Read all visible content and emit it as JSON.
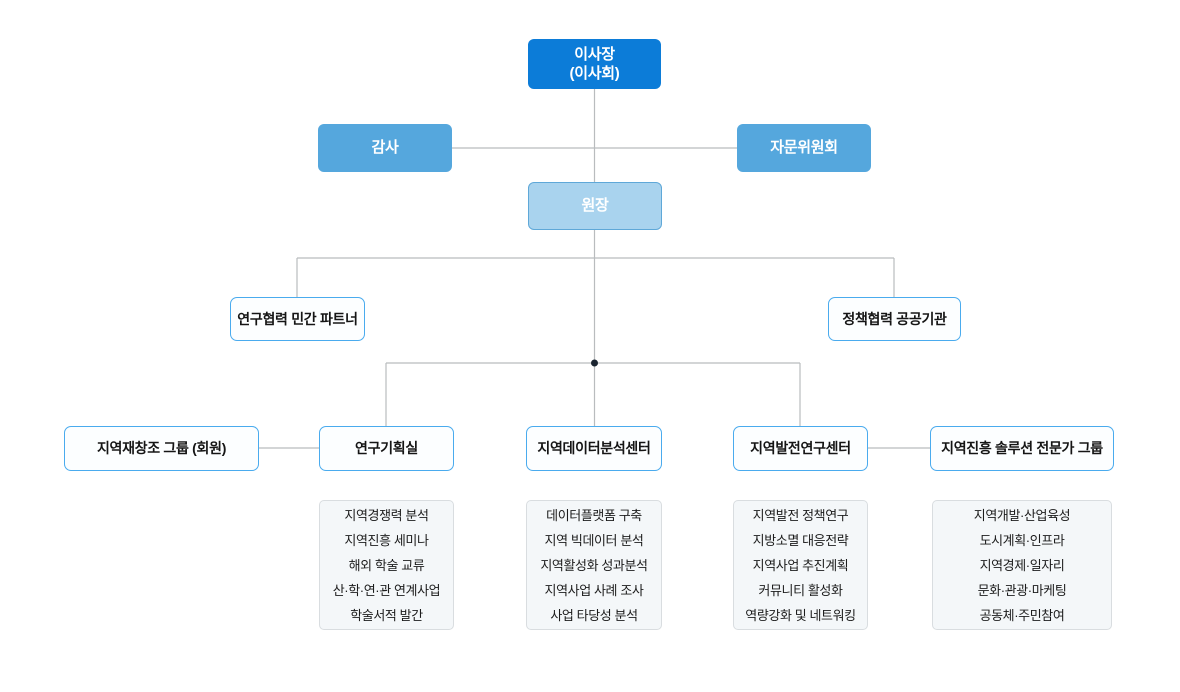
{
  "palette": {
    "primary_blue": "#0c7cd8",
    "secondary_blue": "#55a7dd",
    "director_fill": "#a9d3ee",
    "director_border": "#5fa8d8",
    "node_border_blue": "#4aabee",
    "list_fill": "#f4f7f9",
    "list_border": "#d9dde0",
    "connector_gray": "#b9bcbe",
    "junction_dot": "#1a2430",
    "text_dark": "#151515"
  },
  "org": {
    "root": {
      "line1": "이사장",
      "line2": "(이사회)"
    },
    "auditor": {
      "label": "감사"
    },
    "advisory": {
      "label": "자문위원회"
    },
    "director": {
      "label": "원장"
    },
    "partner_left": {
      "label": "연구협력 민간 파트너"
    },
    "partner_right": {
      "label": "정책협력 공공기관"
    },
    "departments": [
      {
        "label": "지역재창조 그룹 (회원)",
        "items": []
      },
      {
        "label": "연구기획실",
        "items": [
          "지역경쟁력 분석",
          "지역진흥 세미나",
          "해외 학술 교류",
          "산·학·연·관 연계사업",
          "학술서적 발간"
        ]
      },
      {
        "label": "지역데이터분석센터",
        "items": [
          "데이터플랫폼 구축",
          "지역 빅데이터 분석",
          "지역활성화 성과분석",
          "지역사업 사례 조사",
          "사업 타당성 분석"
        ]
      },
      {
        "label": "지역발전연구센터",
        "items": [
          "지역발전 정책연구",
          "지방소멸 대응전략",
          "지역사업 추진계획",
          "커뮤니티 활성화",
          "역량강화 및 네트워킹"
        ]
      },
      {
        "label": "지역진흥 솔루션 전문가 그룹",
        "items": [
          "지역개발·산업육성",
          "도시계획·인프라",
          "지역경제·일자리",
          "문화·관광·마케팅",
          "공동체·주민참여"
        ]
      }
    ]
  }
}
